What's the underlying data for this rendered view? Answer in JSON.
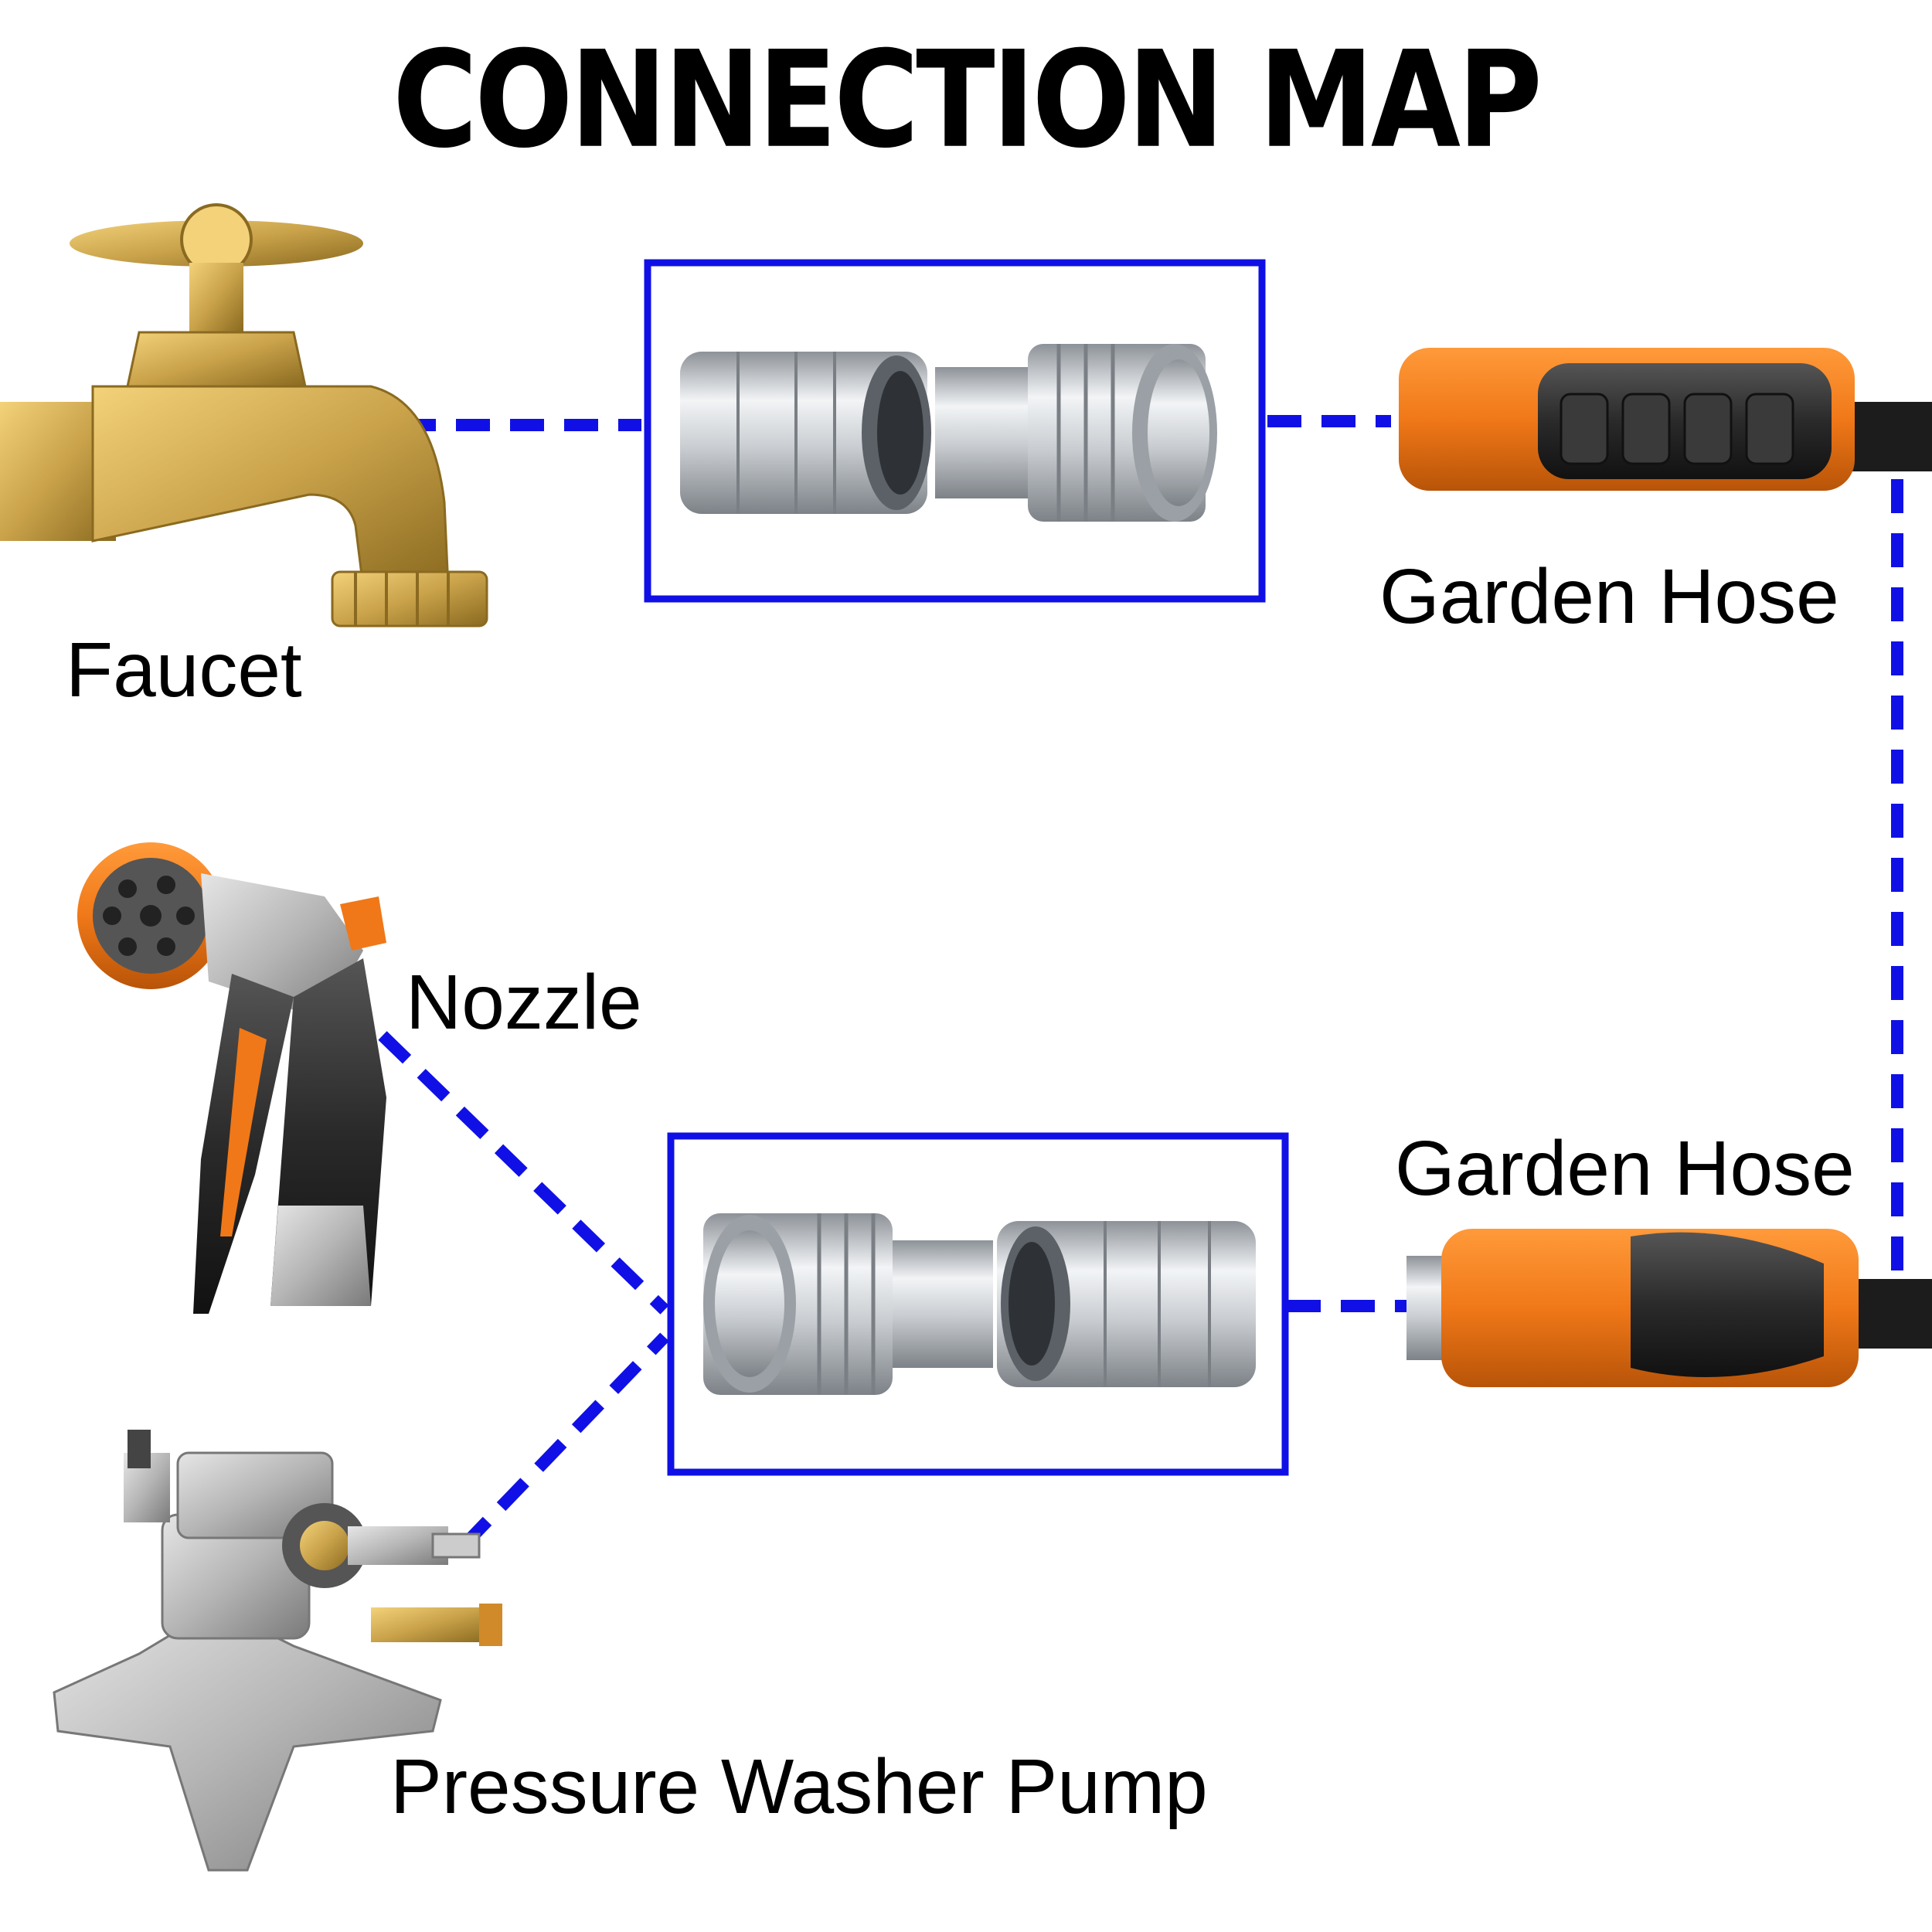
{
  "title": "CONNECTION MAP",
  "labels": {
    "faucet": "Faucet",
    "garden_hose_top": "Garden Hose",
    "nozzle": "Nozzle",
    "garden_hose_bottom": "Garden Hose",
    "pump": "Pressure Washer Pump"
  },
  "colors": {
    "connector_line": "#1010e6",
    "accent_orange": "#f07818",
    "hose_black": "#222222",
    "brass": "#c9a24a",
    "steel": "#c8ccd0"
  },
  "icons": [
    "faucet-image",
    "garden-hose-image",
    "hose-nozzle-image",
    "pressure-washer-pump-image",
    "quick-connector-image"
  ]
}
